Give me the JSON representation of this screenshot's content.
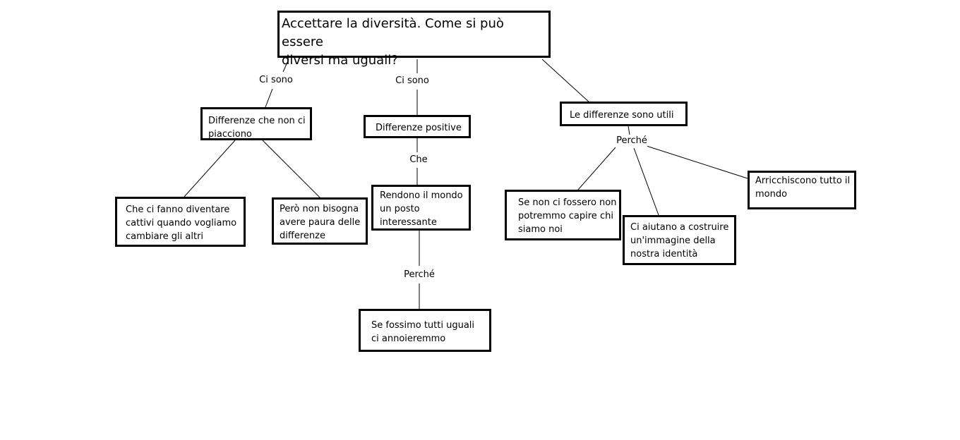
{
  "title": "Accettare la diversità. Come si può essere\ndiversi ma uguali?",
  "nodes": {
    "differenze_non_piacciono": "Differenze che non ci\npiacciono",
    "cattivi": "Che ci fanno diventare\ncattivi quando vogliamo\ncambiare gli altri",
    "paura": "Però non bisogna\navere paura delle\ndifferenze",
    "differenze_positive": "Differenze positive",
    "rendono_mondo": "Rendono il mondo\nun posto\ninteressante",
    "annoieremmo": "Se fossimo tutti uguali\nci annoieremmo",
    "differenze_utili": "Le differenze sono utili",
    "capire": "Se non ci fossero non\npotremmo capire chi\nsiamo noi",
    "identita": "Ci aiutano a costruire\nun'immagine della\nnostra identità",
    "arricchiscono": "Arricchiscono tutto il\nmondo"
  },
  "labels": {
    "ci_sono_left": "Ci sono",
    "ci_sono_mid": "Ci sono",
    "che": "Che",
    "perche_mid": "Perché",
    "perche_right": "Perché"
  }
}
